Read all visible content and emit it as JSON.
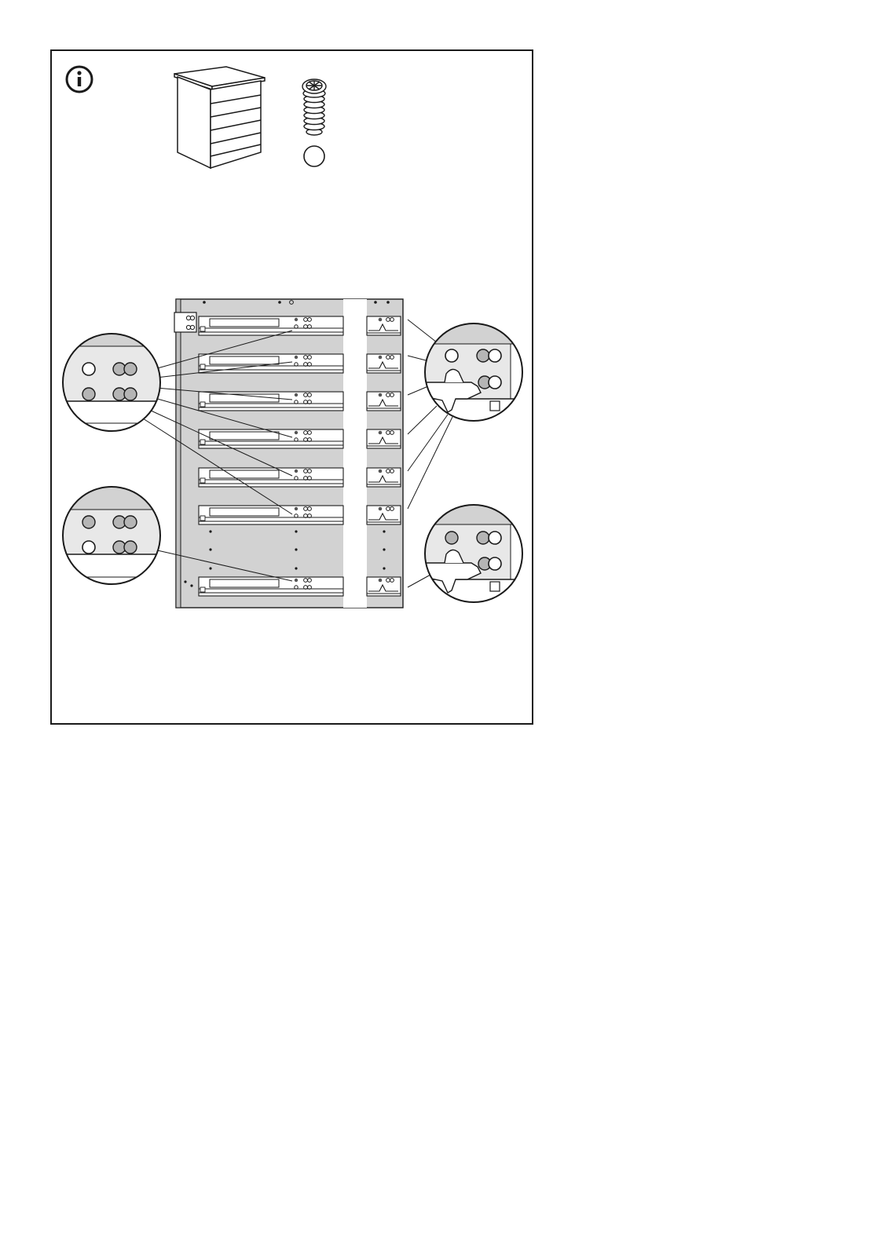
{
  "page": {
    "background": "#ffffff",
    "ink": "#1a1a1a",
    "panel_fill": "#d2d2d2",
    "zoom_fill": "#e8e8e8",
    "dowel_fill": "#b5b5b5"
  },
  "icons": {
    "info": "info-icon",
    "chest": "chest-of-drawers-icon",
    "dowel": "plastic-dowel-icon",
    "hole": "empty-hole-icon"
  },
  "drawer_rows": 7,
  "zoom_callouts": [
    {
      "name": "zoom-left-top",
      "pattern": [
        [
          "empty",
          "dowel",
          "dowel"
        ],
        [
          "dowel",
          "dowel",
          "dowel"
        ]
      ]
    },
    {
      "name": "zoom-left-bottom",
      "pattern": [
        [
          "dowel",
          "dowel",
          "dowel"
        ],
        [
          "empty",
          "dowel",
          "dowel"
        ]
      ]
    },
    {
      "name": "zoom-right-top",
      "pattern": [
        [
          "empty",
          "dowel",
          "empty"
        ],
        [
          "bracket",
          "dowel",
          "empty"
        ]
      ]
    },
    {
      "name": "zoom-right-bottom",
      "pattern": [
        [
          "dowel",
          "dowel",
          "empty"
        ],
        [
          "bracket",
          "dowel",
          "empty"
        ]
      ]
    }
  ]
}
